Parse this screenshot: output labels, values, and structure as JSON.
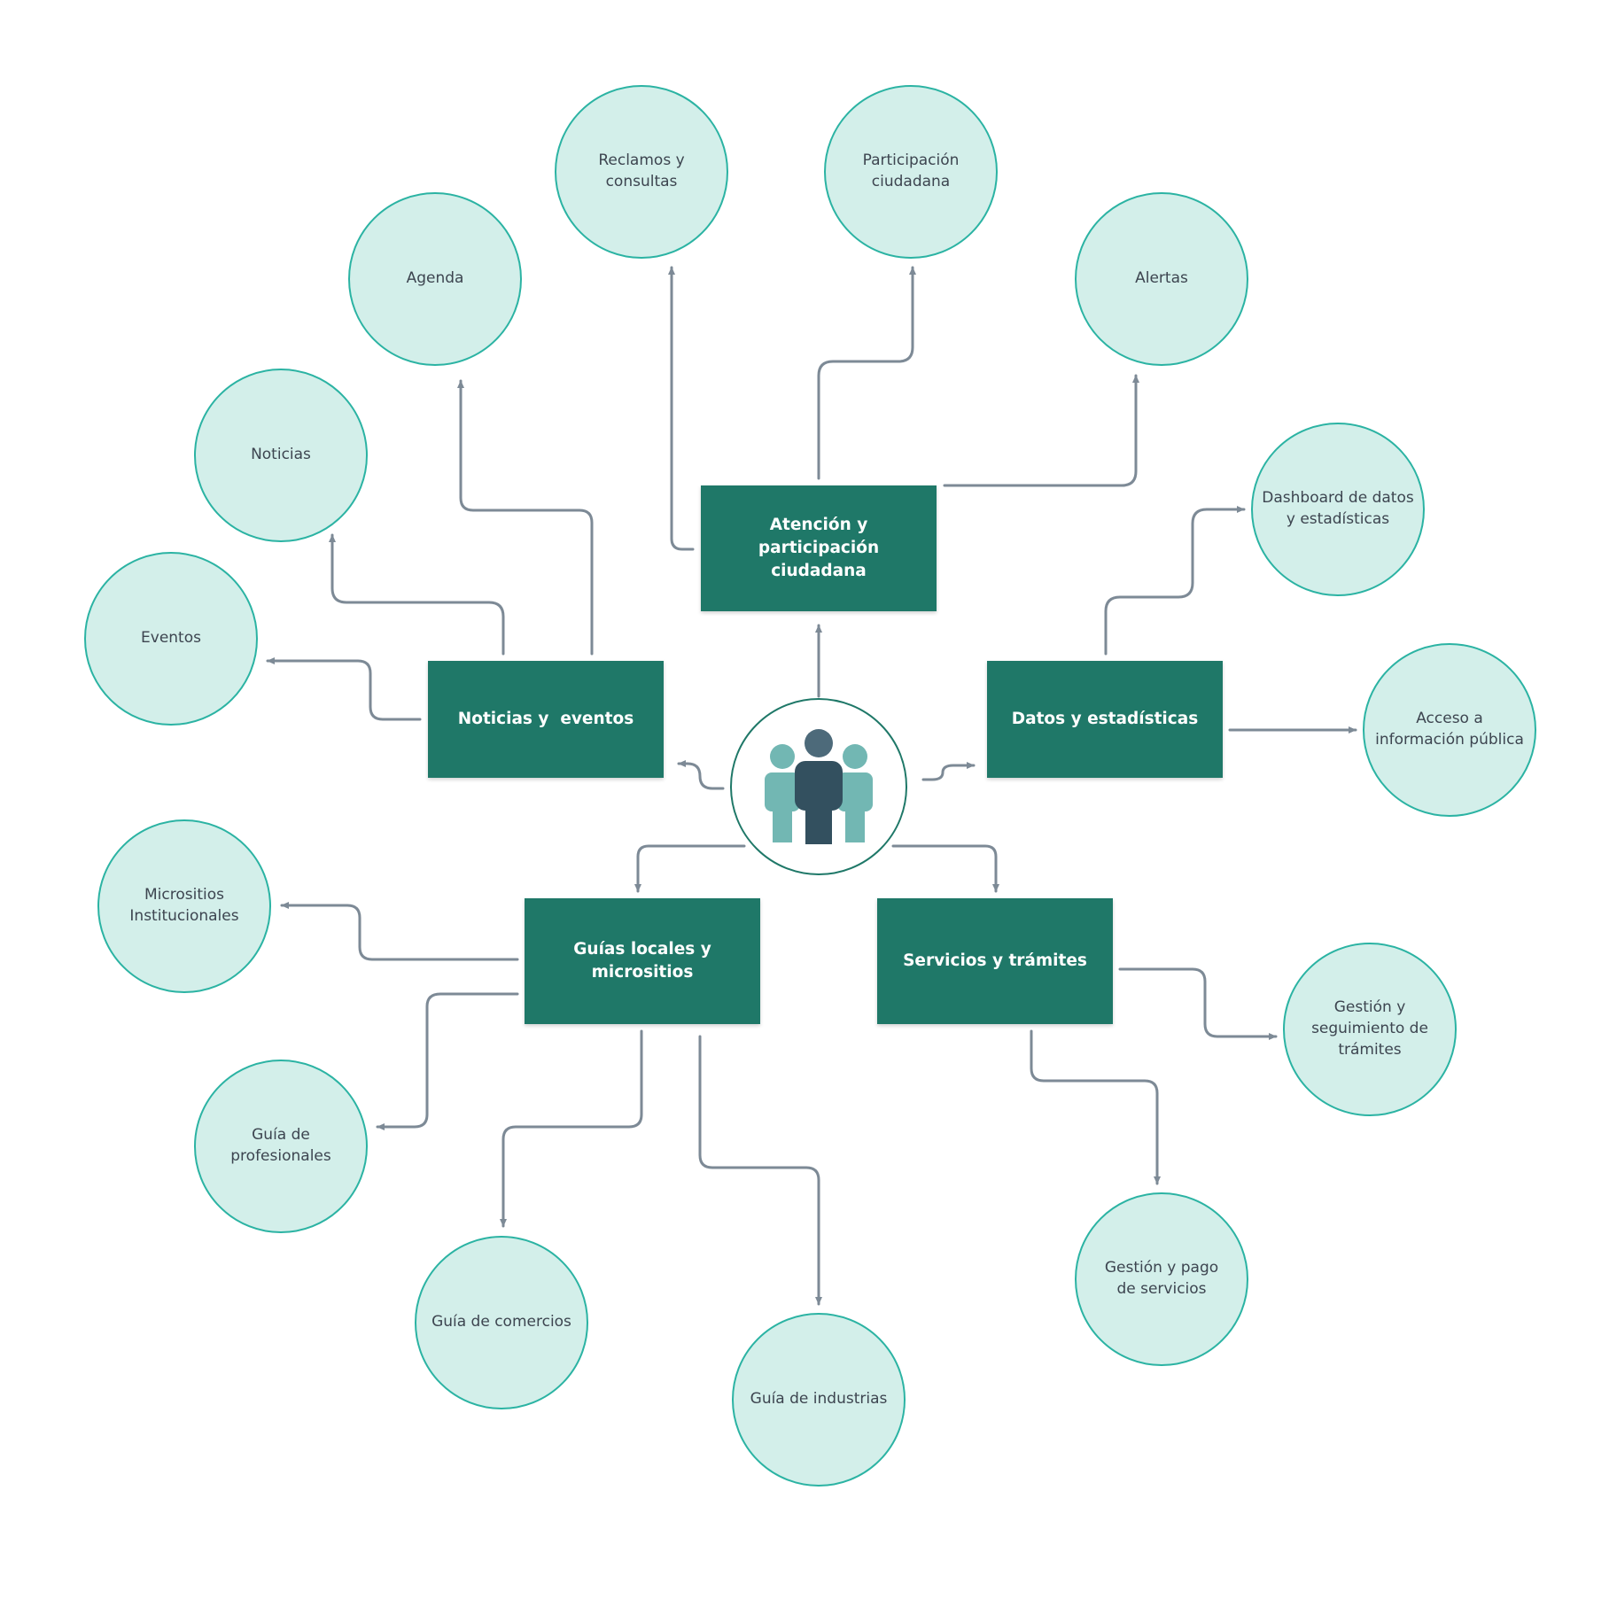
{
  "colors": {
    "box_fill": "#1f7868",
    "circle_fill": "#d3efea",
    "circle_border": "#2bb3a3",
    "connector": "#7d8a96",
    "person_dark": "#33505f",
    "person_light": "#72b7b3"
  },
  "center": {
    "icon": "people-group-icon"
  },
  "categories": {
    "atencion": "Atención y participación ciudadana",
    "noticias": "Noticias y  eventos",
    "datos": "Datos y estadísticas",
    "guias": "Guías locales y micrositios",
    "servicios": "Servicios y trámites"
  },
  "topics": {
    "reclamos": "Reclamos y consultas",
    "participacion": "Participación ciudadana",
    "alertas": "Alertas",
    "agenda": "Agenda",
    "noticias": "Noticias",
    "eventos": "Eventos",
    "dashboard": "Dashboard de datos y estadísticas",
    "acceso": "Acceso a información pública",
    "micrositios": "Micrositios Institucionales",
    "profesionales": "Guía de profesionales",
    "comercios": "Guía de comercios",
    "industrias": "Guía de industrias",
    "gestion_tramites": "Gestión y seguimiento de trámites",
    "pago_servicios": "Gestión y pago de servicios"
  }
}
